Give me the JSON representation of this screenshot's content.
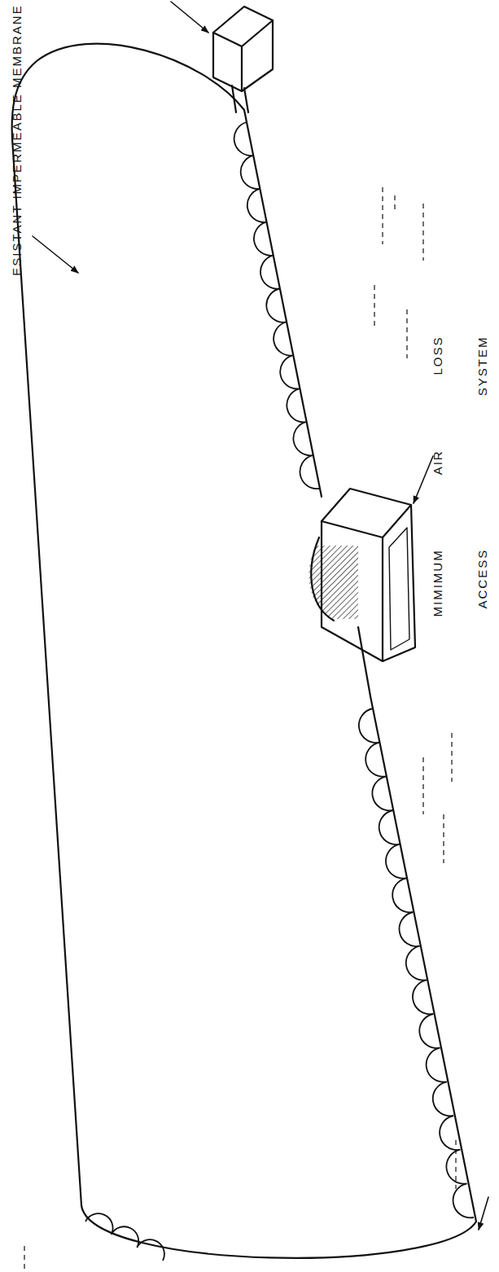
{
  "diagram": {
    "labels": [
      "ESISTANT IMPERMEABLE MEMBRANE",
      "MIMIMUM AIR LOSS",
      "ACCESS SYSTEM"
    ]
  }
}
